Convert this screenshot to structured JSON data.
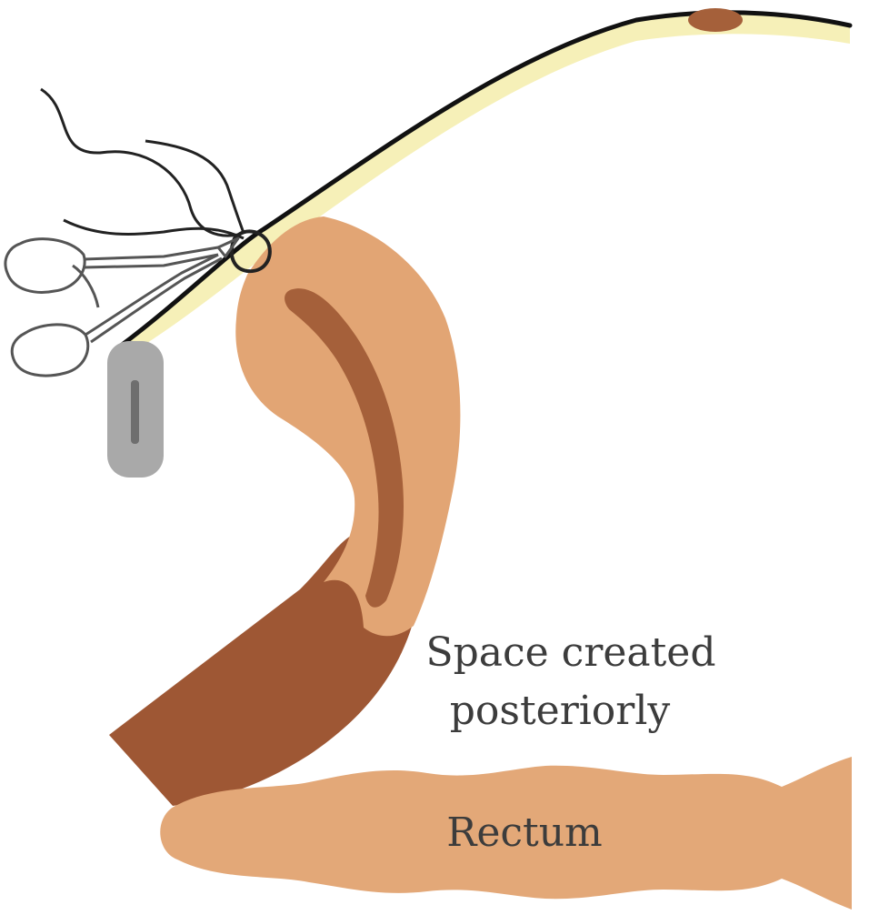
{
  "labels": {
    "space_line_1": "Space created",
    "space_line_2": "posteriorly",
    "rectum": "Rectum"
  },
  "colors": {
    "background": "#ffffff",
    "uterus_light": "#e2a574",
    "uterus_dark_band": "#a5603a",
    "cervix_vagina_dark": "#9e5734",
    "rectum": "#e3a878",
    "abdominal_wall_line": "#111111",
    "subcutaneous_fat": "#f6f0b8",
    "umbilicus": "#a5603a",
    "instrument": "#555555",
    "trocar_body": "#a9a9a9",
    "trocar_slot": "#6e6e6e",
    "suture": "#222222",
    "label_text": "#3c3c3c"
  }
}
